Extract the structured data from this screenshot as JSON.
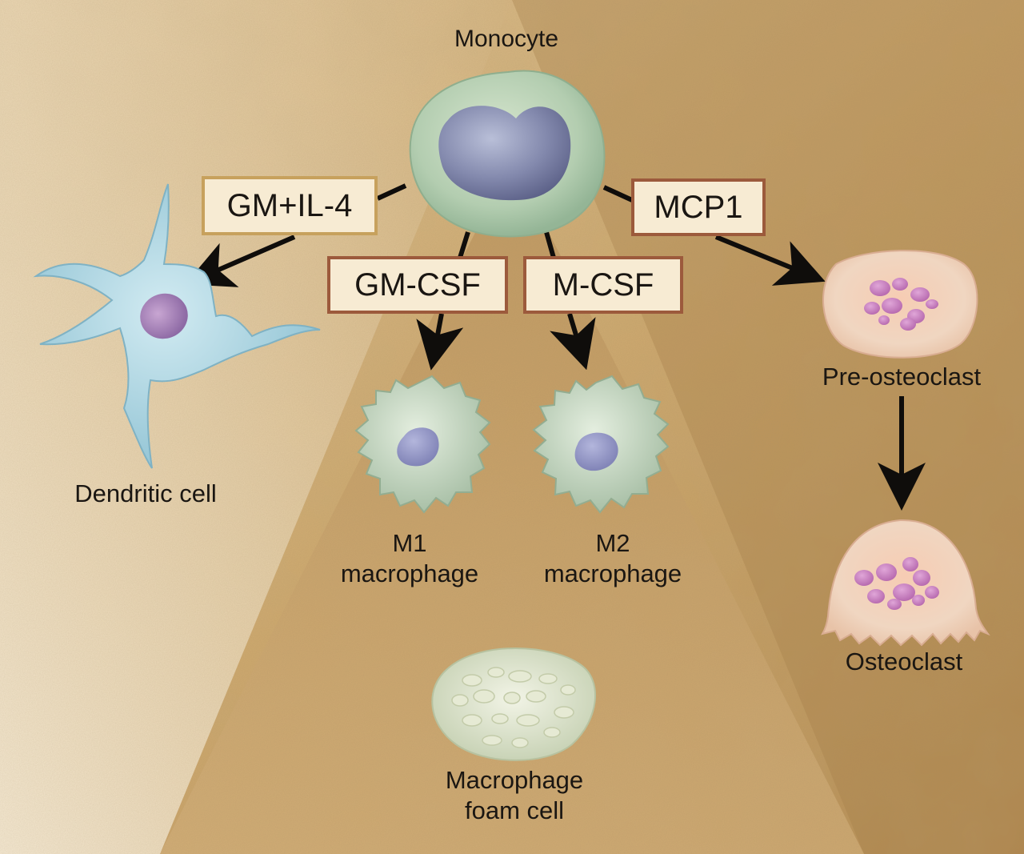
{
  "colors": {
    "box_border_gold": "#c7a15d",
    "box_border_brown": "#9c5a3c",
    "arrow": "#0f0d0b",
    "text": "#1a1612"
  },
  "cells": {
    "monocyte": "Monocyte",
    "dendritic": "Dendritic cell",
    "m1_line1": "M1",
    "m1_line2": "macrophage",
    "m2_line1": "M2",
    "m2_line2": "macrophage",
    "foam_line1": "Macrophage",
    "foam_line2": "foam cell",
    "pre_osteoclast": "Pre-osteoclast",
    "osteoclast": "Osteoclast"
  },
  "factors": {
    "gm_il4": "GM+IL-4",
    "gm_csf": "GM-CSF",
    "m_csf": "M-CSF",
    "mcp1": "MCP1"
  }
}
